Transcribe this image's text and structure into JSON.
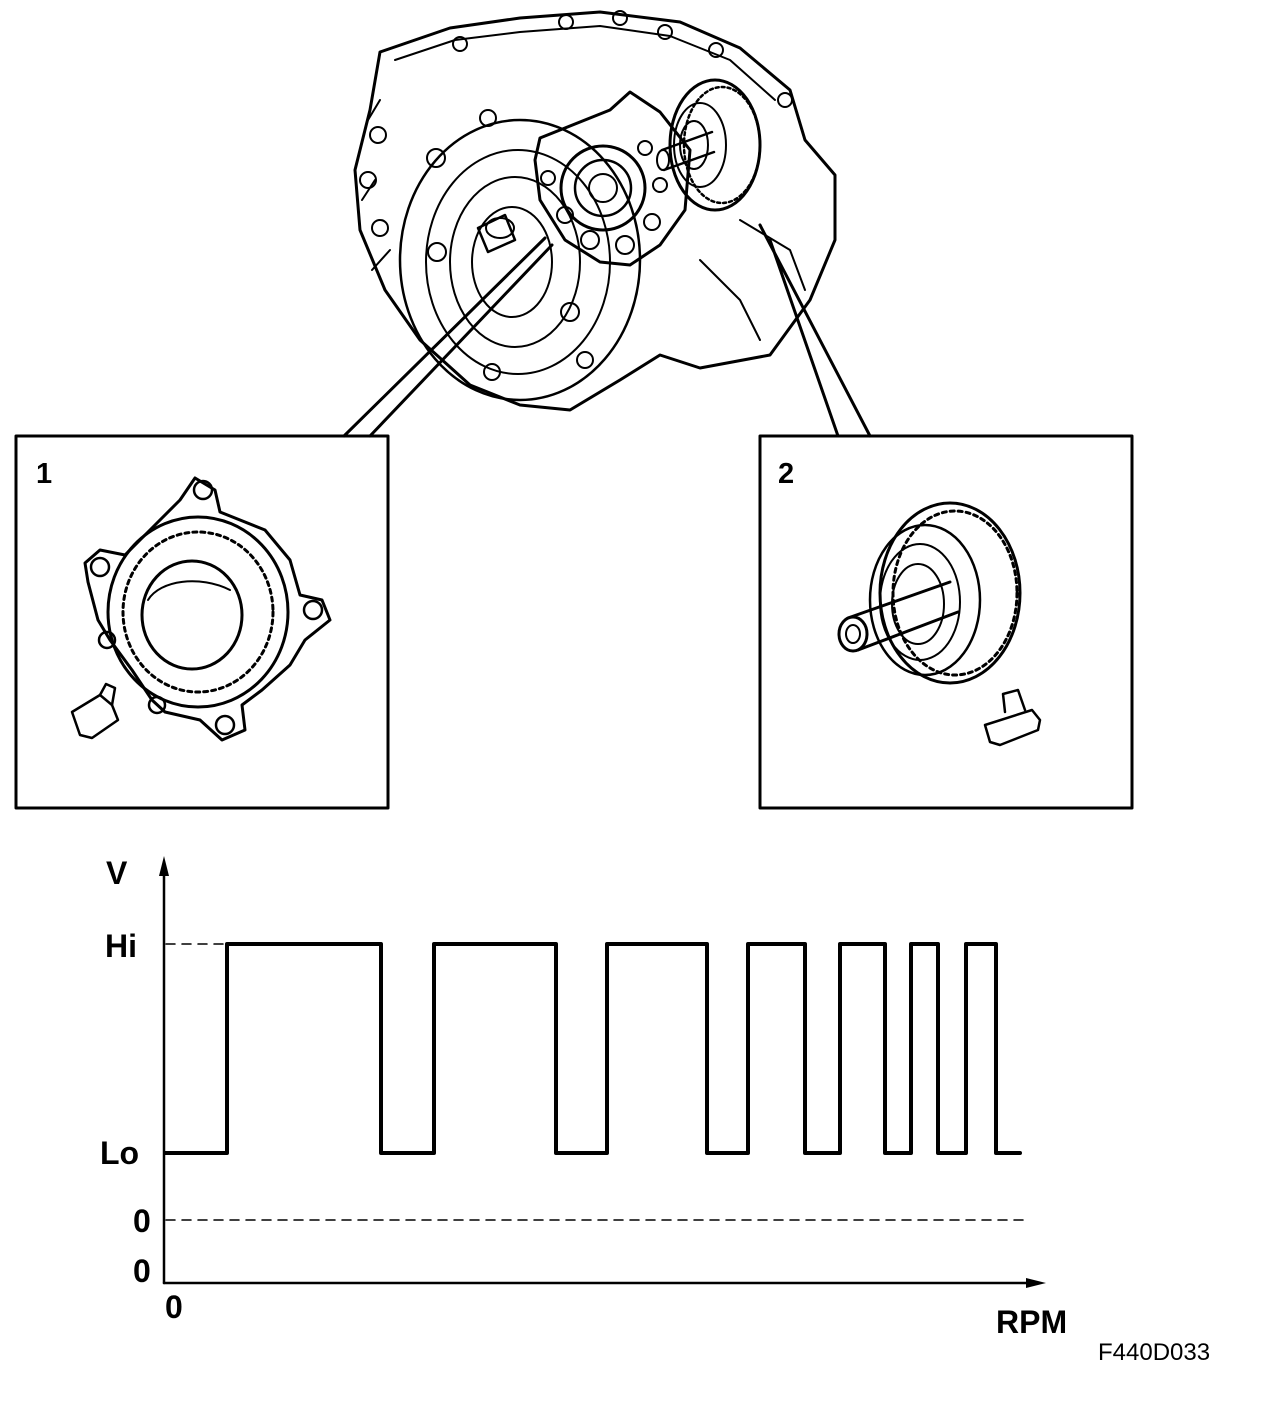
{
  "callouts": {
    "left": "1",
    "right": "2"
  },
  "graph": {
    "y_axis_label": "V",
    "x_axis_label": "RPM",
    "hi_label": "Hi",
    "lo_label": "Lo",
    "zero_label_a": "0",
    "zero_label_b": "0",
    "origin_label": "0",
    "pulses": [
      {
        "rise": 227,
        "fall": 381
      },
      {
        "rise": 434,
        "fall": 556
      },
      {
        "rise": 607,
        "fall": 707
      },
      {
        "rise": 748,
        "fall": 805
      },
      {
        "rise": 840,
        "fall": 885
      },
      {
        "rise": 911,
        "fall": 938
      },
      {
        "rise": 966,
        "fall": 996
      }
    ],
    "signal_start": 165,
    "signal_end": 1020
  },
  "figure_code": "F440D033",
  "icons": {
    "main": "transmission-assembly-icon",
    "sensor1": "input-speed-sensor-icon",
    "sensor2": "output-speed-sensor-icon"
  }
}
